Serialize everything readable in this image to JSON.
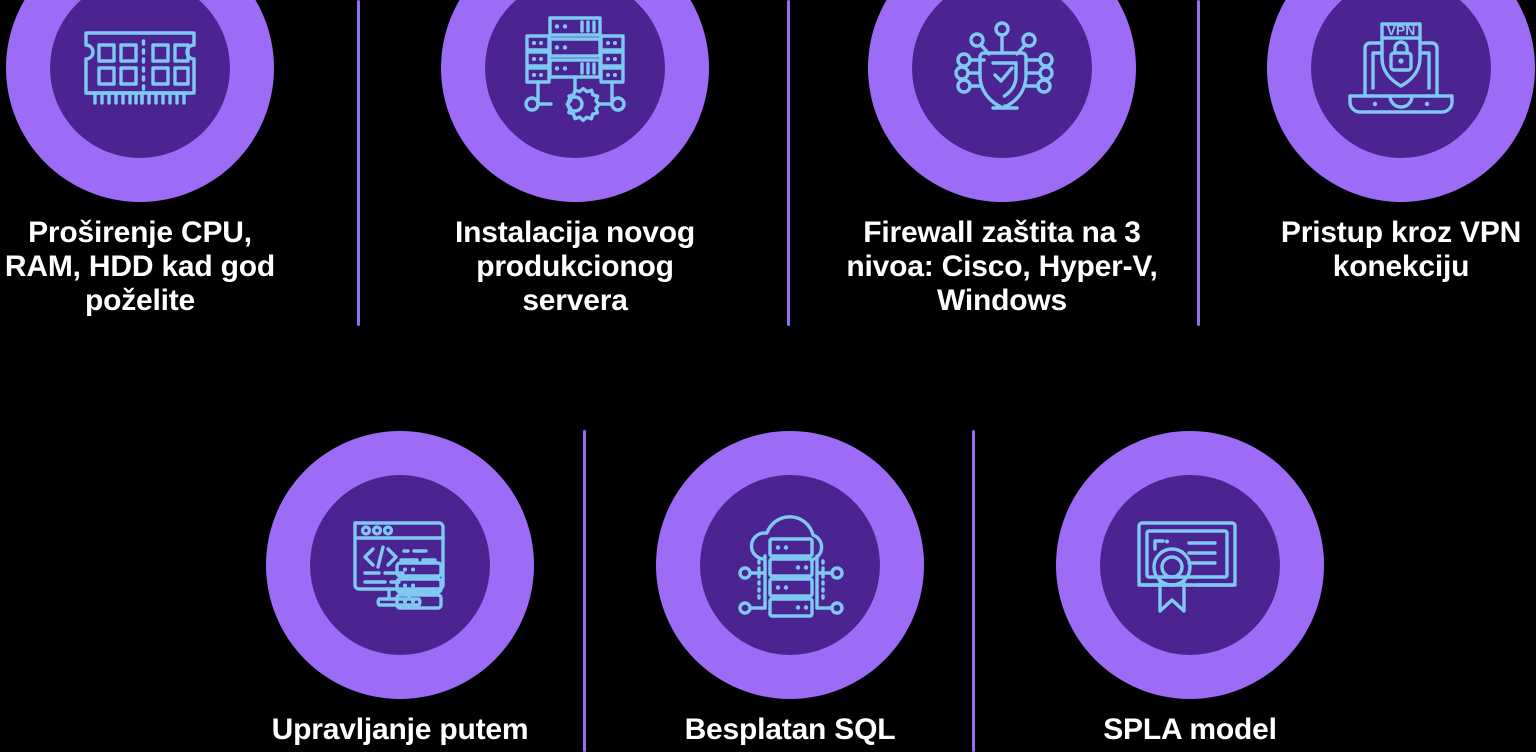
{
  "theme": {
    "background": "#000000",
    "badge_outer_color": "#9c6cf7",
    "badge_inner_color": "#4b2492",
    "icon_stroke_color": "#7ec8f2",
    "divider_color": "#9370f0",
    "label_color": "#ffffff"
  },
  "features": [
    {
      "id": "cpu-ram-hdd",
      "icon": "ram-memory-module-icon",
      "label": "Proširenje CPU,\nRAM, HDD kad god\npoželite"
    },
    {
      "id": "new-production-server",
      "icon": "server-rack-gear-icon",
      "label": "Instalacija novog\nprodukcionog\nservera"
    },
    {
      "id": "firewall-protection",
      "icon": "shield-circuit-check-icon",
      "label": "Firewall zaštita na 3\nnivoa: Cisco, Hyper-V,\nWindows"
    },
    {
      "id": "vpn-access",
      "icon": "laptop-vpn-lock-icon",
      "label": "Pristup kroz VPN\nkonekciju"
    },
    {
      "id": "web-management",
      "icon": "code-monitor-server-icon",
      "label": "Upravljanje putem"
    },
    {
      "id": "free-sql",
      "icon": "cloud-database-icon",
      "label": "Besplatan SQL"
    },
    {
      "id": "spla-model",
      "icon": "certificate-ribbon-icon",
      "label": "SPLA model"
    }
  ]
}
